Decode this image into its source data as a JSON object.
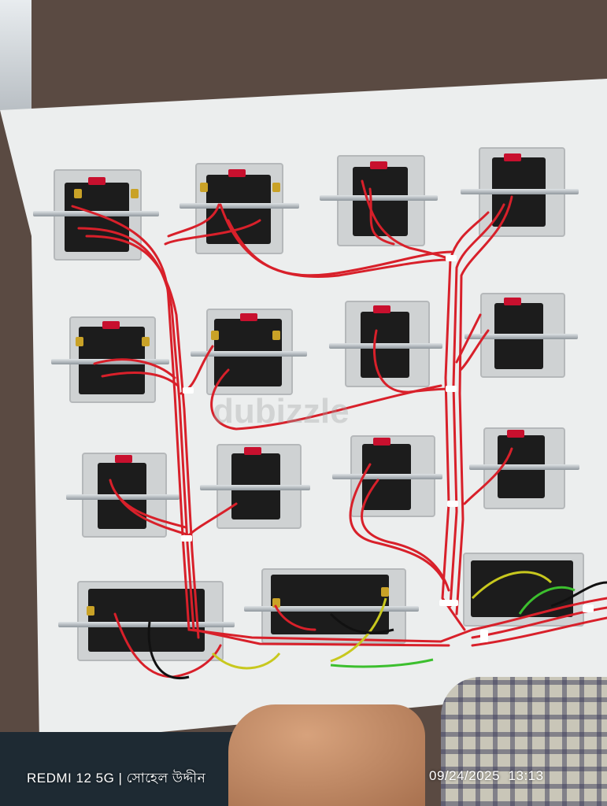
{
  "photo": {
    "watermark": "dubizzle",
    "camera_label": "REDMI 12 5G | সোহেল উদ্দীন",
    "timestamp": "09/24/2025  13:13"
  },
  "colors": {
    "board": "#eceeee",
    "wire_red": "#d8202a",
    "wire_yellow_green": "#c8c81e",
    "socket_black": "#1c1c1c"
  }
}
